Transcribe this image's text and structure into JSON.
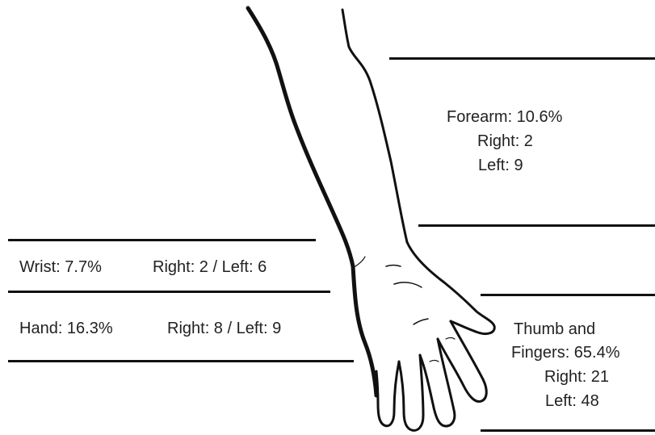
{
  "regions": {
    "forearm": {
      "label": "Forearm: 10.6%",
      "right": "Right: 2",
      "left": "Left: 9"
    },
    "wrist": {
      "label": "Wrist: 7.7%",
      "counts": "Right: 2 / Left: 6"
    },
    "hand": {
      "label": "Hand: 16.3%",
      "counts": "Right: 8 / Left: 9"
    },
    "thumb_fingers": {
      "label_line1": "Thumb and",
      "label_line2": "Fingers: 65.4%",
      "right": "Right: 21",
      "left": "Left: 48"
    }
  },
  "colors": {
    "outline": "#111111",
    "text": "#222222",
    "background": "#ffffff"
  }
}
